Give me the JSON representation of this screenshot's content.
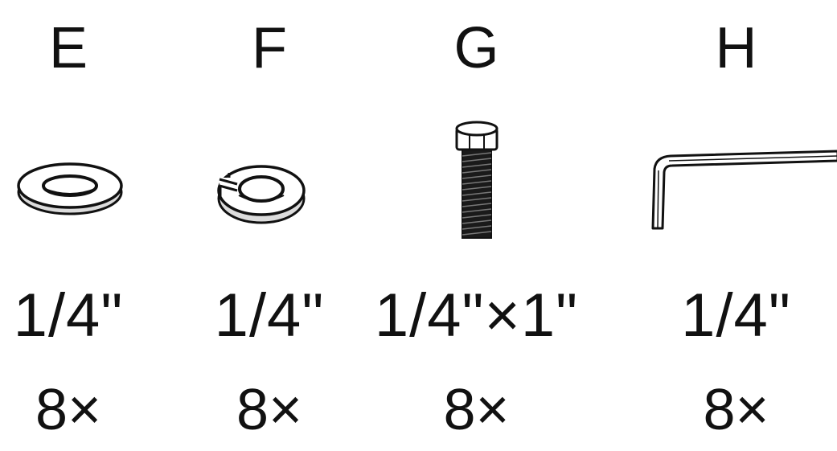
{
  "parts": [
    {
      "letter": "E",
      "size": "1/4\"",
      "quantity": "8×",
      "icon": "flat-washer-icon"
    },
    {
      "letter": "F",
      "size": "1/4\"",
      "quantity": "8×",
      "icon": "lock-washer-icon"
    },
    {
      "letter": "G",
      "size": "1/4\"×1\"",
      "quantity": "8×",
      "icon": "hex-bolt-icon"
    },
    {
      "letter": "H",
      "size": "1/4\"",
      "quantity": "8×",
      "icon": "allen-wrench-icon"
    }
  ],
  "colors": {
    "ink": "#111111",
    "background": "#ffffff"
  }
}
